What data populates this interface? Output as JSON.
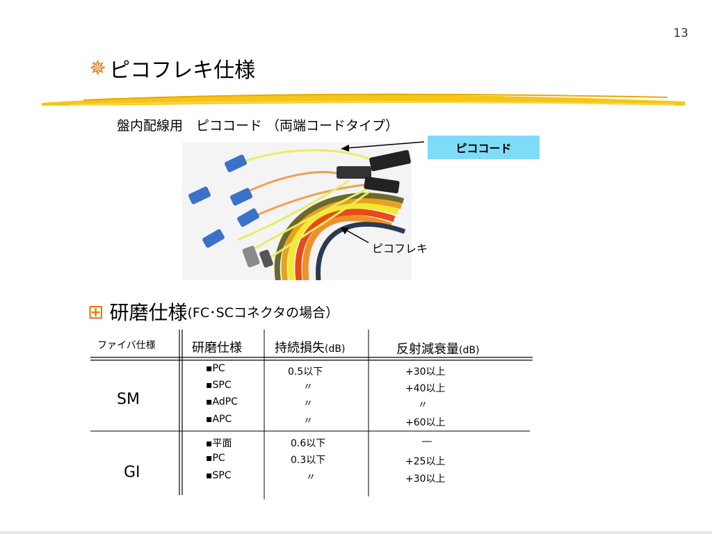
{
  "page_number": "13",
  "title": "ピコフレキ仕様",
  "subtitle": "盤内配線用　ピココード （両端コードタイプ）",
  "callout_picocord": "ピココード",
  "label_picoflexi": "ピコフレキ",
  "section2": {
    "main": "研磨仕様",
    "paren": "(FC･SCコネクタの場合）"
  },
  "table": {
    "headers": {
      "fiber": "ファイバ仕様",
      "polish": "研磨仕様",
      "loss": "持続損失",
      "loss_unit": "(dB)",
      "return": "反射減衰量",
      "return_unit": "(dB)"
    },
    "groups": [
      {
        "fiber": "SM",
        "rows": [
          {
            "polish": "▪PC",
            "loss": "0.5以下",
            "return": "+30以上"
          },
          {
            "polish": "▪SPC",
            "loss": "〃",
            "return": "+40以上"
          },
          {
            "polish": "▪AdPC",
            "loss": "〃",
            "return": "〃"
          },
          {
            "polish": "▪APC",
            "loss": "〃",
            "return": "+60以上"
          }
        ]
      },
      {
        "fiber": "GI",
        "rows": [
          {
            "polish": "▪平面",
            "loss": "0.6以下",
            "return": "―"
          },
          {
            "polish": "▪PC",
            "loss": "0.3以下",
            "return": "+25以上"
          },
          {
            "polish": "▪SPC",
            "loss": "〃",
            "return": "+30以上"
          }
        ]
      }
    ]
  },
  "colors": {
    "accent": "#e07a10",
    "brush": "#f5c518",
    "callout": "#7fdcf7"
  }
}
